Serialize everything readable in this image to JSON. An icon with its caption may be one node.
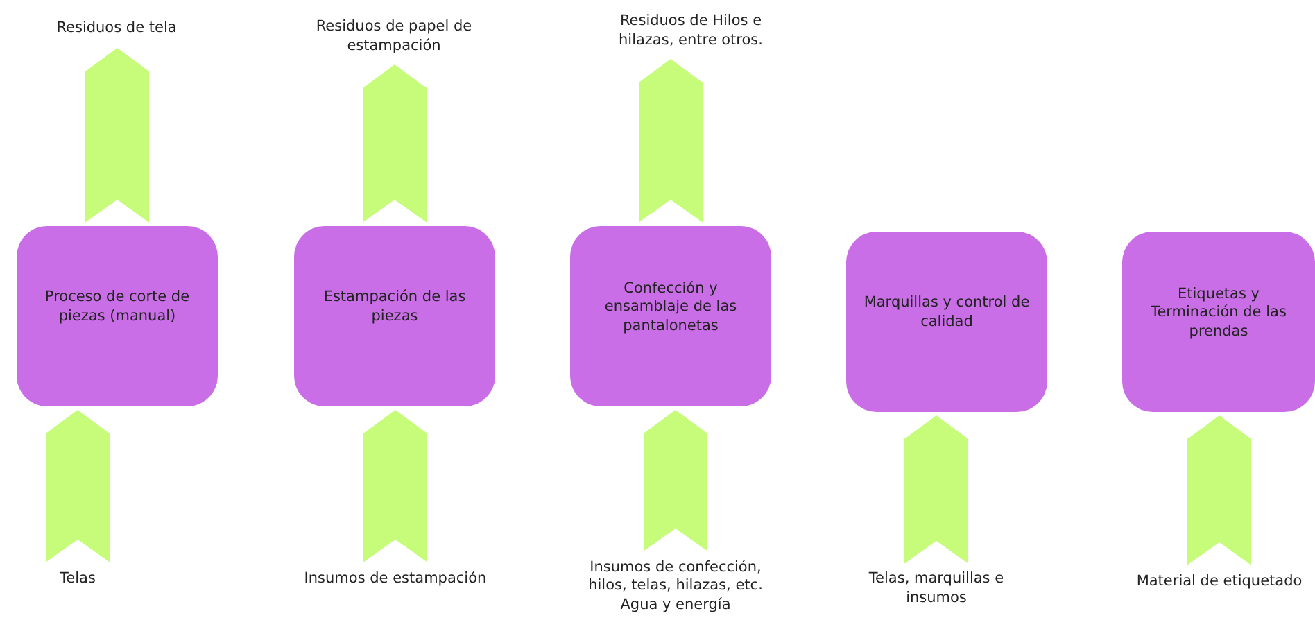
{
  "diagram": {
    "nodes": [
      {
        "text": [
          "Residuos de tela"
        ]
      },
      {
        "text": [
          "Residuos de papel de estampación"
        ]
      },
      {
        "text": [
          "Residuos de Hilos e hilazas, entre otros."
        ]
      },
      {
        "text": [
          "Proceso de corte de piezas (manual)"
        ]
      },
      {
        "text": [
          "Estampación de las piezas"
        ]
      },
      {
        "text": [
          "Confección y ensamblaje de las pantalonetas"
        ]
      },
      {
        "text": [
          "Marquillas y control de calidad"
        ]
      },
      {
        "text": [
          "Etiquetas y Terminación de las prendas"
        ]
      },
      {
        "text": [
          "Telas"
        ]
      },
      {
        "text": [
          "Insumos de estampación"
        ]
      },
      {
        "text": [
          "Insumos de confección, hilos, telas, hilazas, etc. Agua y energía"
        ]
      },
      {
        "text": [
          "Telas, marquillas e insumos"
        ]
      },
      {
        "text": [
          "Material de etiquetado"
        ]
      }
    ],
    "edges": [
      {
        "from": 3,
        "to": 0,
        "arrow": "to"
      },
      {
        "from": 4,
        "to": 1,
        "arrow": "to"
      },
      {
        "from": 5,
        "to": 2,
        "arrow": "to"
      },
      {
        "from": 8,
        "to": 3,
        "arrow": "to"
      },
      {
        "from": 9,
        "to": 4,
        "arrow": "to"
      },
      {
        "from": 10,
        "to": 5,
        "arrow": "to"
      },
      {
        "from": 11,
        "to": 6,
        "arrow": "to"
      },
      {
        "from": 12,
        "to": 7,
        "arrow": "to"
      }
    ]
  }
}
